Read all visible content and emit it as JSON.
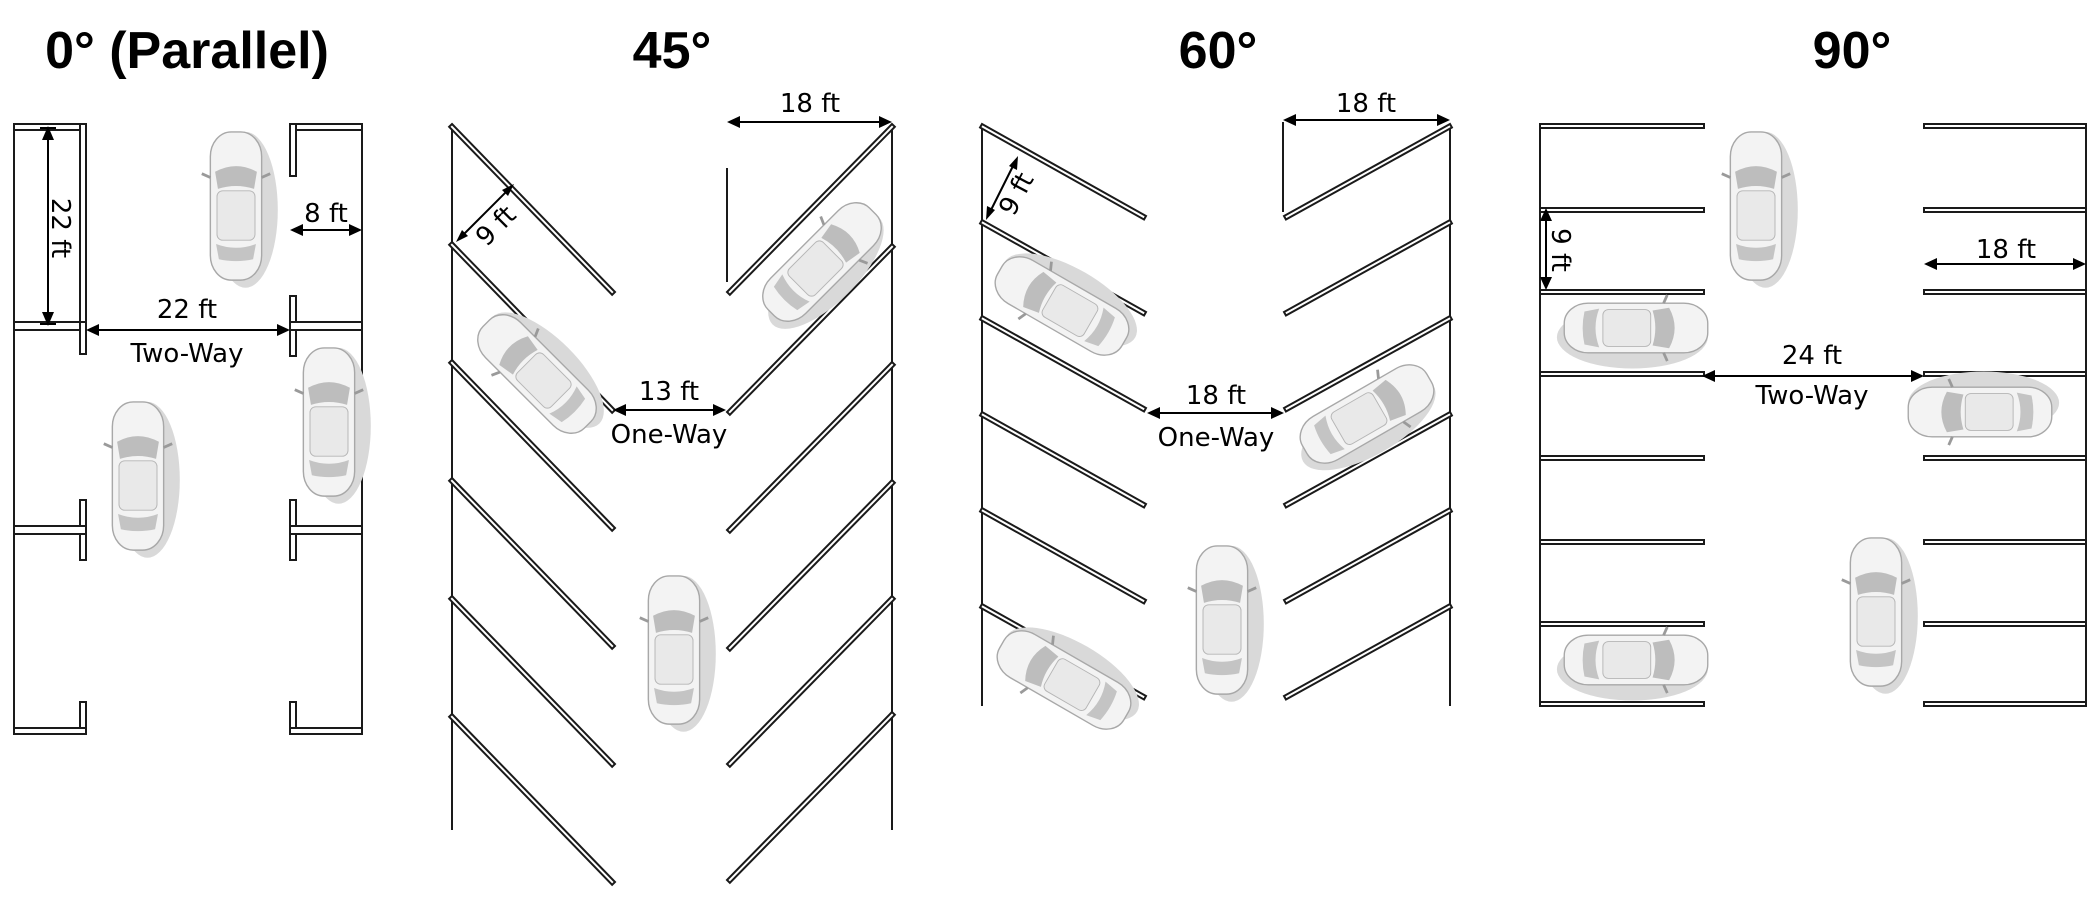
{
  "panels": [
    {
      "title": "0° (Parallel)",
      "labels": {
        "stall_length": "22 ft",
        "stall_width": "8 ft",
        "aisle_width": "22 ft",
        "aisle_type": "Two-Way"
      }
    },
    {
      "title": "45°",
      "labels": {
        "stall_depth": "18 ft",
        "stall_width": "9 ft",
        "aisle_width": "13 ft",
        "aisle_type": "One-Way"
      }
    },
    {
      "title": "60°",
      "labels": {
        "stall_depth": "18 ft",
        "stall_width": "9 ft",
        "aisle_width": "18 ft",
        "aisle_type": "One-Way"
      }
    },
    {
      "title": "90°",
      "labels": {
        "stall_width": "9 ft",
        "stall_depth": "18 ft",
        "aisle_width": "24 ft",
        "aisle_type": "Two-Way"
      }
    }
  ],
  "colors": {
    "line": "#1a1a1a",
    "car_body": "#f2f2f2",
    "car_glass": "#c9c9c9",
    "car_shadow": "#d6d6d6"
  },
  "icons": [
    "car-icon"
  ]
}
